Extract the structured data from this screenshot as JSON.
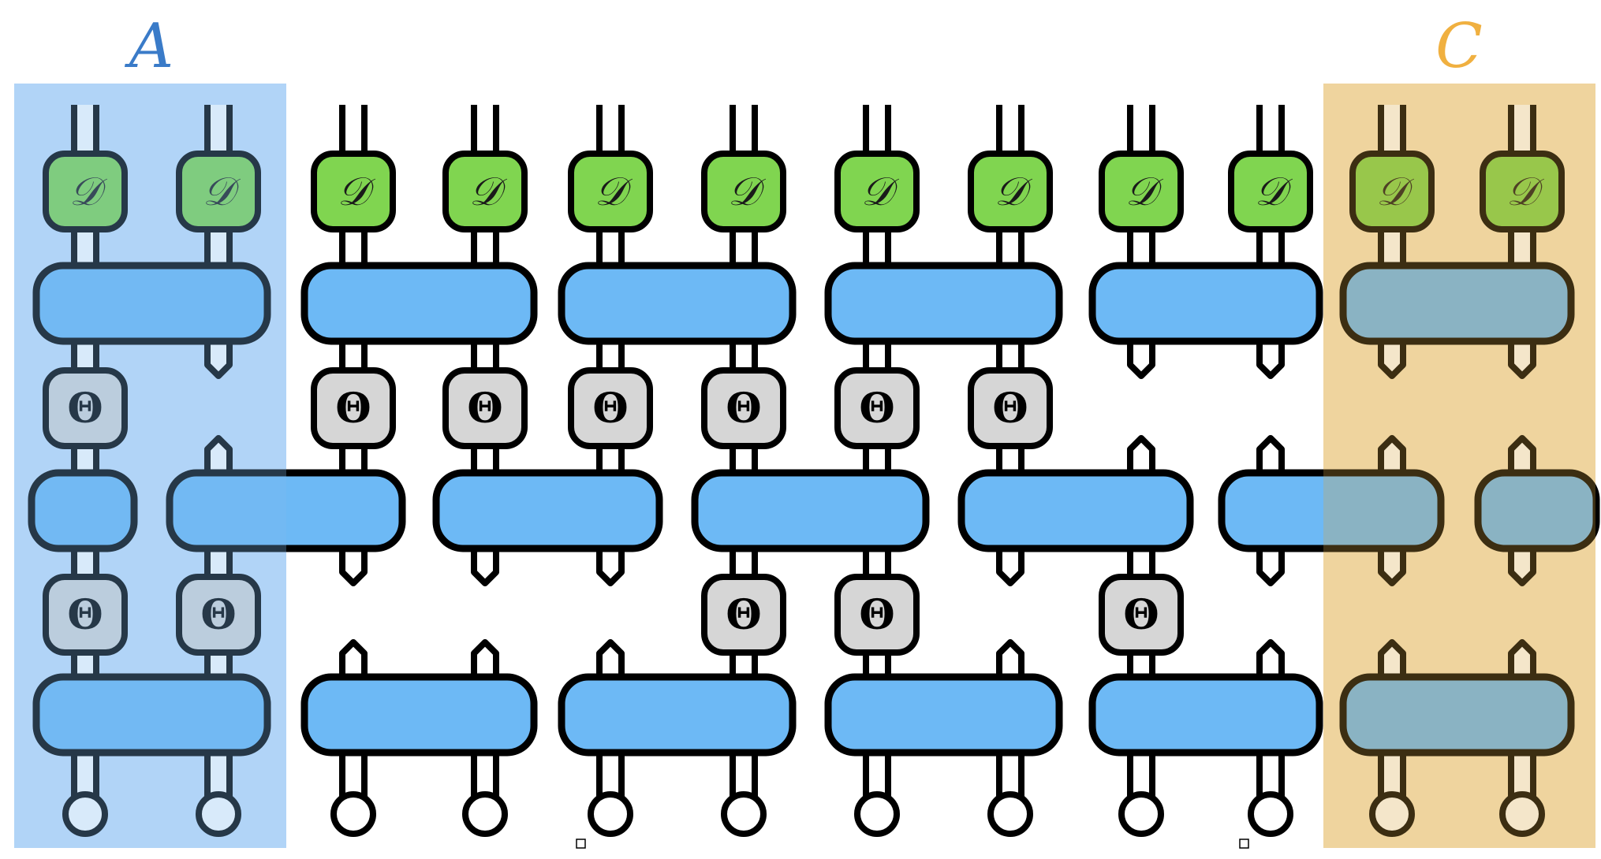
{
  "regions": {
    "left": {
      "label": "A",
      "color": "#3a7bc8",
      "fill": "#c7e0fb"
    },
    "right": {
      "label": "C",
      "color": "#f0b040",
      "fill": "#f8e6c3"
    }
  },
  "symbols": {
    "d": "𝒟",
    "theta": "Θ"
  },
  "colors": {
    "stroke": "#000000",
    "gate_blue": "#6db9f5",
    "d_green": "#80d550",
    "theta_gray": "#d6d6d6"
  }
}
